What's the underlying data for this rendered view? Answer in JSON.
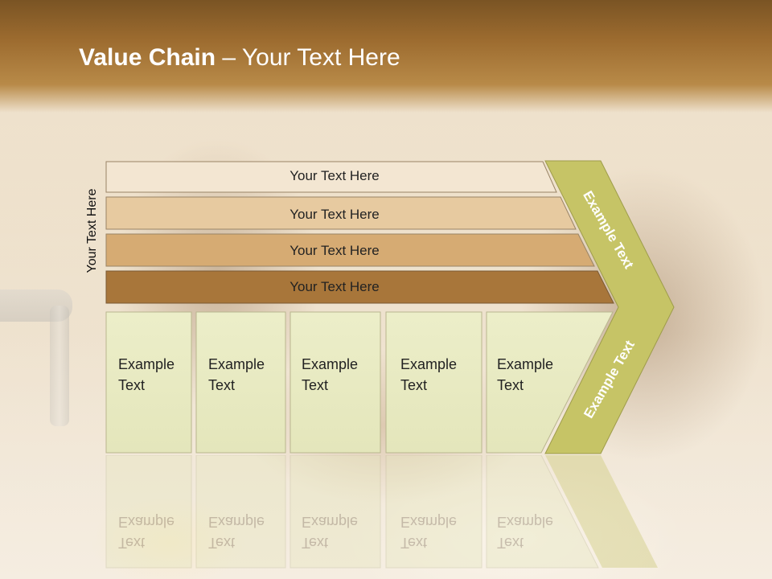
{
  "slide": {
    "title_bold": "Value Chain",
    "title_rest": " – Your Text Here",
    "side_label": "Your Text Here"
  },
  "bars": [
    {
      "label": "Your Text Here",
      "color": "#f3e6d2"
    },
    {
      "label": "Your Text Here",
      "color": "#e7caa0"
    },
    {
      "label": "Your Text Here",
      "color": "#d6ab73"
    },
    {
      "label": "Your Text Here",
      "color": "#a8763a"
    }
  ],
  "columns": [
    {
      "line1": "Example",
      "line2": "Text"
    },
    {
      "line1": "Example",
      "line2": "Text"
    },
    {
      "line1": "Example",
      "line2": "Text"
    },
    {
      "line1": "Example",
      "line2": "Text"
    },
    {
      "line1": "Example",
      "line2": "Text"
    }
  ],
  "chevron": {
    "upper_label": "Example Text",
    "lower_label": "Example Text",
    "color": "#c6c466"
  },
  "colors": {
    "column_fill": "#e9ebc4",
    "column_border": "#b9b68e",
    "header": "#9c6b2f"
  }
}
